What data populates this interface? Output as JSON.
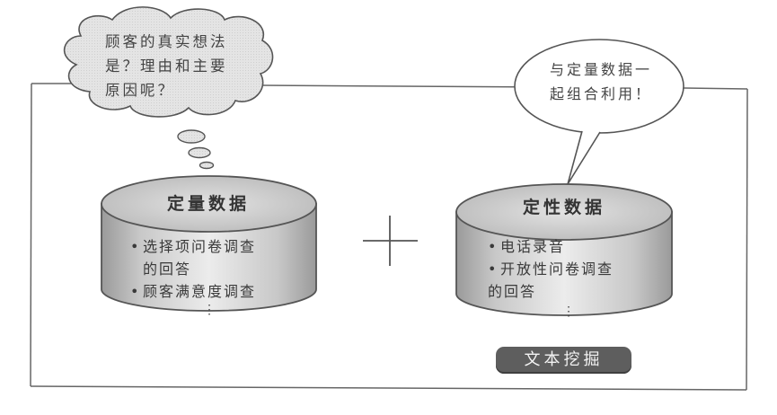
{
  "thought_bubble": {
    "lines": [
      "顾客的真实想法",
      "是？理由和主要",
      "原因呢？"
    ]
  },
  "speech_bubble": {
    "lines": [
      "与定量数据一",
      "起组合利用！"
    ]
  },
  "quantitative_db": {
    "title": "定量数据",
    "bullet": "•",
    "items": [
      {
        "text": "选择项问卷调查",
        "continuation": "的回答"
      },
      {
        "text": "顾客满意度调查",
        "continuation": ""
      }
    ],
    "more": "⋮"
  },
  "operator": "+",
  "qualitative_db": {
    "title": "定性数据",
    "bullet": "•",
    "items": [
      {
        "text": "电话录音",
        "continuation": ""
      },
      {
        "text": "开放性问卷调查",
        "continuation": "的回答"
      }
    ],
    "more": "⋮"
  },
  "label_pill": "文本挖掘",
  "colors": {
    "stroke": "#555555",
    "cylinder_fill": "#d4d4d4",
    "pill_fill": "#5e5e5e",
    "pill_text": "#f3f3f3"
  }
}
